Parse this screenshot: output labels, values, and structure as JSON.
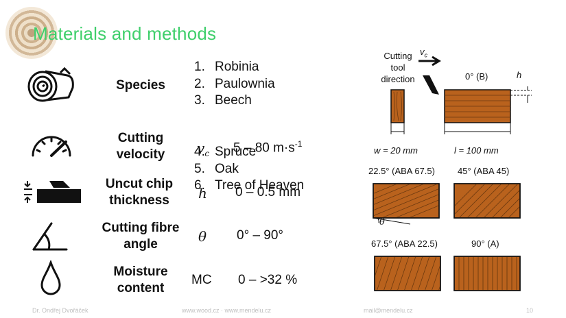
{
  "title": "Materials and methods",
  "rows": [
    {
      "label": "Species",
      "icon": "log-icon"
    },
    {
      "label_line1": "Cutting",
      "label_line2": "velocity",
      "icon": "speedometer-icon",
      "symbol": "v",
      "symbol_sub": "c",
      "value": "5 – 80 m·s",
      "value_sup": "-1"
    },
    {
      "label_line1": "Uncut chip",
      "label_line2": "thickness",
      "icon": "chip-thickness-icon",
      "symbol": "h",
      "value": "0 – 0.5 mm"
    },
    {
      "label_line1": "Cutting fibre",
      "label_line2": "angle",
      "icon": "angle-icon",
      "symbol": "θ",
      "value": "0°  – 90°"
    },
    {
      "label_line1": "Moisture",
      "label_line2": "content",
      "icon": "droplet-icon",
      "symbol": "MC",
      "value": "0 – >32 %"
    }
  ],
  "species": [
    {
      "num": "1.",
      "name": "Robinia"
    },
    {
      "num": "2.",
      "name": "Paulownia"
    },
    {
      "num": "3.",
      "name": "Beech"
    },
    {
      "num": "4.",
      "name": "Spruce"
    },
    {
      "num": "5.",
      "name": "Oak"
    },
    {
      "num": "6.",
      "name": "Tree of Heaven"
    }
  ],
  "figure": {
    "direction_line1": "Cutting",
    "direction_line2": "tool",
    "direction_line3": "direction",
    "vc_symbol": "v",
    "vc_sub": "c",
    "h_symbol": "h",
    "top_label": "0° (B)",
    "w_label": "w = 20 mm",
    "l_label": "l = 100 mm",
    "label_225": "22.5° (ABA 67.5)",
    "label_45": "45° (ABA 45)",
    "theta": "θ",
    "label_675": "67.5° (ABA 22.5)",
    "label_90": "90° (A)",
    "wood_color": "#b9621d"
  },
  "footer": {
    "left": "Dr. Ondřej Dvořáček",
    "center": "www.wood.cz · www.mendelu.cz",
    "email": "mail@mendelu.cz",
    "page": "10"
  }
}
